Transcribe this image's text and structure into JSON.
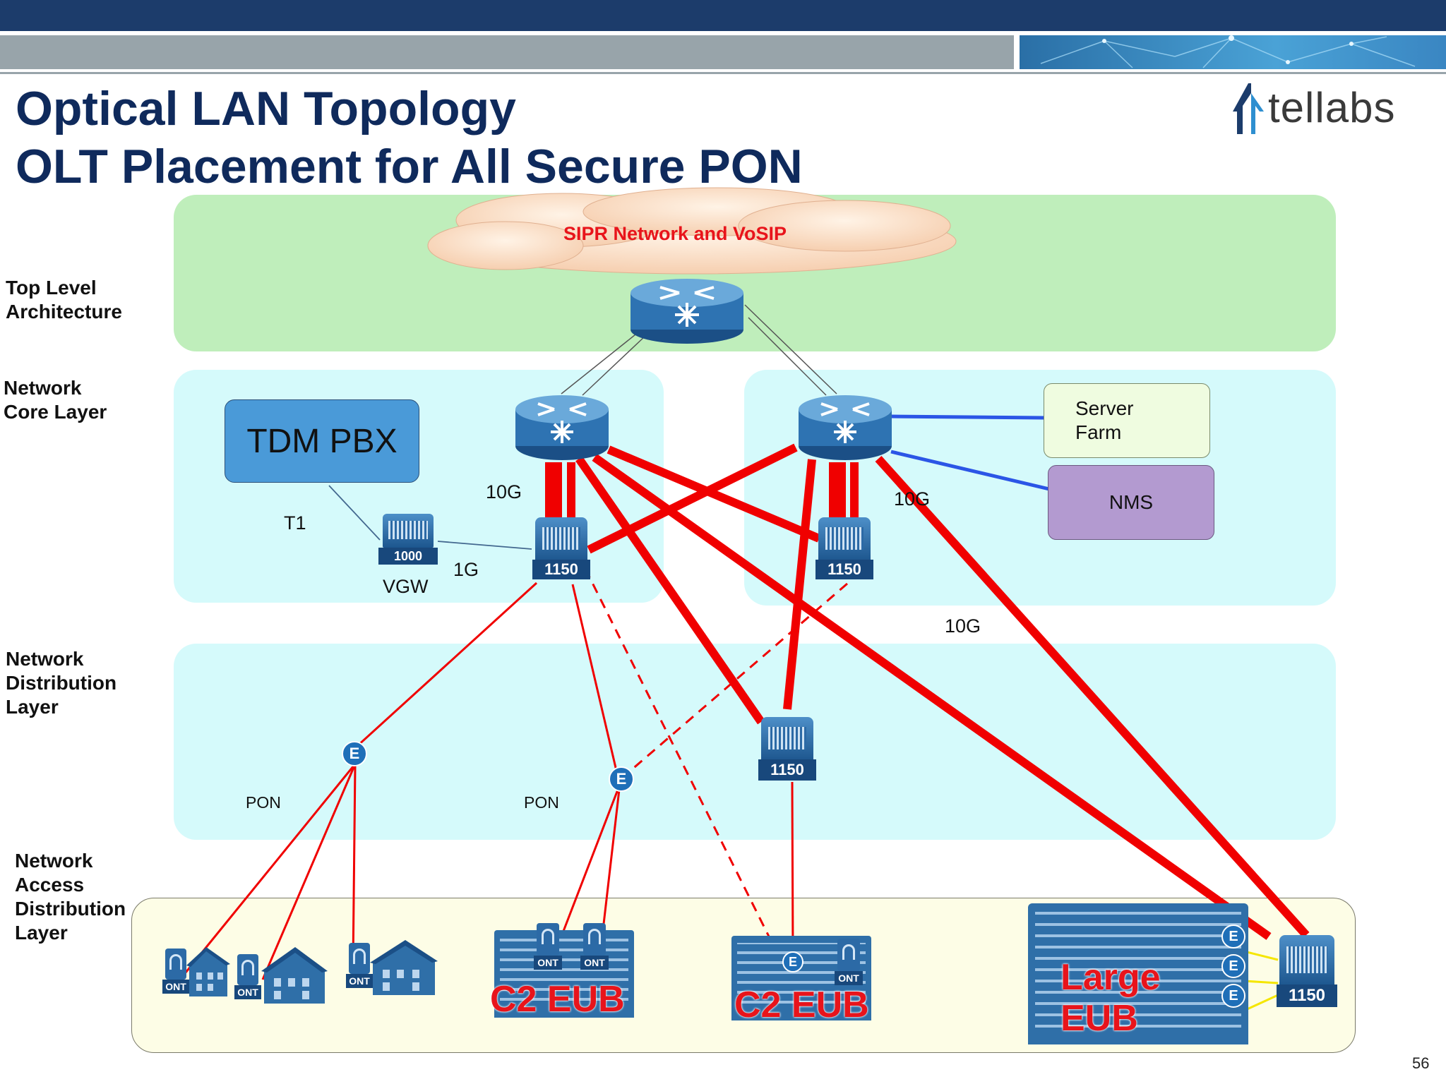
{
  "title": {
    "line1": "Optical LAN Topology",
    "line2": "OLT Placement for All Secure PON"
  },
  "logo": {
    "text": "tellabs"
  },
  "layers": {
    "top": "Top Level\nArchitecture",
    "core": "Network\nCore Layer",
    "distribution": "Network\nDistribution\nLayer",
    "access": "Network\nAccess\nDistribution\nLayer"
  },
  "cloud": {
    "label": "SIPR Network and VoSIP"
  },
  "boxes": {
    "tdm_pbx": "TDM PBX",
    "server_farm": "Server\nFarm",
    "nms": "NMS"
  },
  "device_labels": {
    "olt": "1150",
    "vgw_device": "1000",
    "ont": "ONT"
  },
  "link_labels": {
    "t1": "T1",
    "vgw": "VGW",
    "one_g": "1G",
    "ten_g_left": "10G",
    "ten_g_right": "10G",
    "ten_g_mid": "10G",
    "pon_left": "PON",
    "pon_mid": "PON"
  },
  "eub": {
    "c2_left": "C2 EUB",
    "c2_mid": "C2 EUB",
    "large": "Large\nEUB"
  },
  "page_number": "56",
  "colors": {
    "title": "#0f2a5c",
    "red_link": "#f00000",
    "blue_link": "#2b55e6",
    "top_panel": "#bfeebb",
    "layer_panel": "#d5fafb",
    "access_panel": "#fdfde6"
  }
}
